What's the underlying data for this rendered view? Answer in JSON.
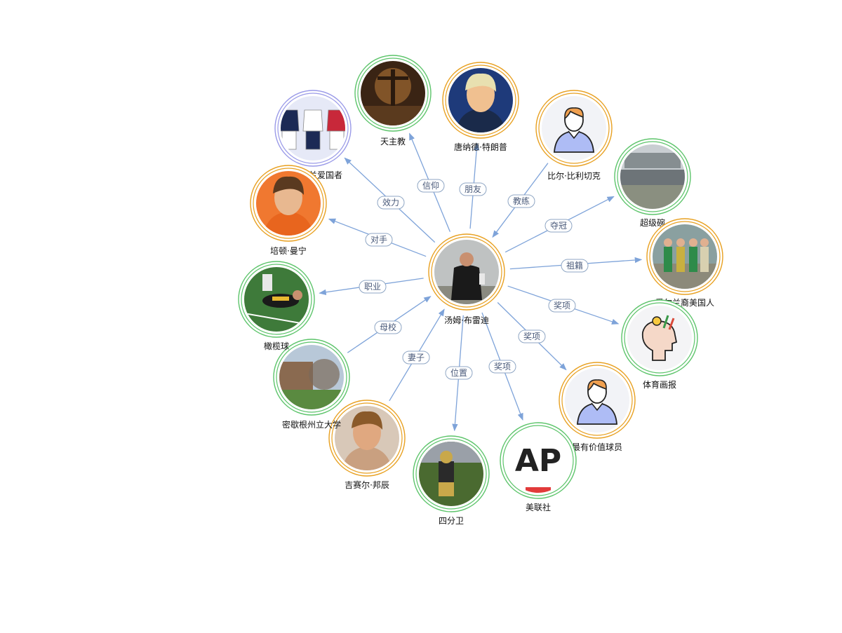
{
  "graph": {
    "center": {
      "label": "汤姆·布雷迪",
      "ring": "#e8a020",
      "image": "person-photo",
      "icon": "football-player-photo"
    },
    "nodes": [
      {
        "id": "patriots",
        "label": "新英格兰爱国者",
        "ring": "#9a9ae8",
        "icon": "jersey-icon",
        "edge": "效力",
        "dir": "out"
      },
      {
        "id": "catholic",
        "label": "天主教",
        "ring": "#5cc46a",
        "icon": "painting-photo",
        "edge": "信仰",
        "dir": "out"
      },
      {
        "id": "trump",
        "label": "唐纳德·特朗普",
        "ring": "#e8a020",
        "icon": "person-photo",
        "edge": "朋友",
        "dir": "out"
      },
      {
        "id": "belichick",
        "label": "比尔·比利切克",
        "ring": "#e8a020",
        "icon": "user-avatar-icon",
        "edge": "教练",
        "dir": "in"
      },
      {
        "id": "superbowl",
        "label": "超级碗",
        "ring": "#5cc46a",
        "icon": "stadium-photo",
        "edge": "夺冠",
        "dir": "out"
      },
      {
        "id": "irish",
        "label": "爱尔兰裔美国人",
        "ring": "#e8a020",
        "icon": "parade-photo",
        "edge": "祖籍",
        "dir": "out"
      },
      {
        "id": "si",
        "label": "体育画报",
        "ring": "#5cc46a",
        "icon": "mind-idea-icon",
        "edge": "奖项",
        "dir": "out"
      },
      {
        "id": "mvp",
        "label": "最有价值球员",
        "ring": "#e8a020",
        "icon": "user-avatar-icon",
        "edge": "奖项",
        "dir": "out"
      },
      {
        "id": "ap",
        "label": "美联社",
        "ring": "#5cc46a",
        "icon": "ap-logo",
        "logo_text": "AP",
        "edge": "奖项",
        "dir": "out"
      },
      {
        "id": "qb",
        "label": "四分卫",
        "ring": "#5cc46a",
        "icon": "football-photo",
        "edge": "位置",
        "dir": "out"
      },
      {
        "id": "gisele",
        "label": "吉赛尔·邦辰",
        "ring": "#e8a020",
        "icon": "person-photo",
        "edge": "妻子",
        "dir": "in"
      },
      {
        "id": "michigan",
        "label": "密歇根州立大学",
        "ring": "#5cc46a",
        "icon": "campus-photo",
        "edge": "母校",
        "dir": "in"
      },
      {
        "id": "football",
        "label": "橄榄球",
        "ring": "#5cc46a",
        "icon": "rugby-photo",
        "edge": "职业",
        "dir": "out"
      },
      {
        "id": "manning",
        "label": "培顿·曼宁",
        "ring": "#e8a020",
        "icon": "person-photo",
        "edge": "对手",
        "dir": "out"
      }
    ]
  }
}
